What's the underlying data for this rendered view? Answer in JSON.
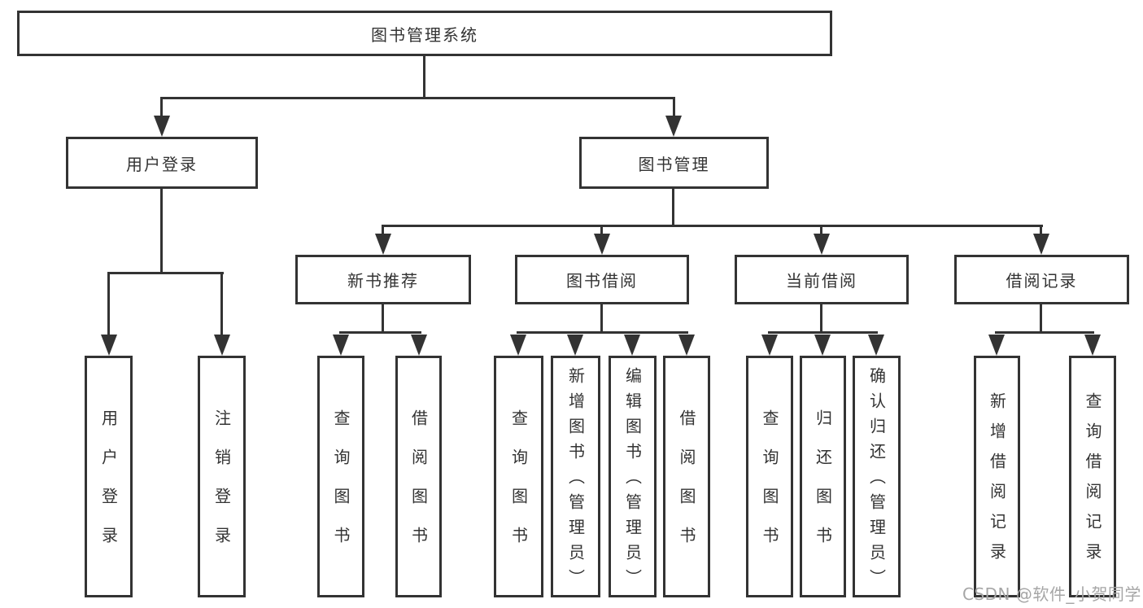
{
  "diagram_title": "图书管理系统",
  "tree": {
    "label": "图书管理系统",
    "children": [
      {
        "label": "用户登录",
        "children": [
          {
            "label": "用户登录"
          },
          {
            "label": "注销登录"
          }
        ]
      },
      {
        "label": "图书管理",
        "children": [
          {
            "label": "新书推荐",
            "children": [
              {
                "label": "查询图书"
              },
              {
                "label": "借阅图书"
              }
            ]
          },
          {
            "label": "图书借阅",
            "children": [
              {
                "label": "查询图书"
              },
              {
                "label": "新增图书（管理员）"
              },
              {
                "label": "编辑图书（管理员）"
              },
              {
                "label": "借阅图书"
              }
            ]
          },
          {
            "label": "当前借阅",
            "children": [
              {
                "label": "查询图书"
              },
              {
                "label": "归还图书"
              },
              {
                "label": "确认归还（管理员）"
              }
            ]
          },
          {
            "label": "借阅记录",
            "children": [
              {
                "label": "新增借阅记录"
              },
              {
                "label": "查询借阅记录"
              }
            ]
          }
        ]
      }
    ]
  },
  "watermark": {
    "text": "CSDN @软件_小贺同学"
  },
  "colors": {
    "line": "#333333",
    "text": "#333333",
    "box_background": "#ffffff",
    "watermark": "#a6a6a6",
    "page_background": "#ffffff"
  }
}
